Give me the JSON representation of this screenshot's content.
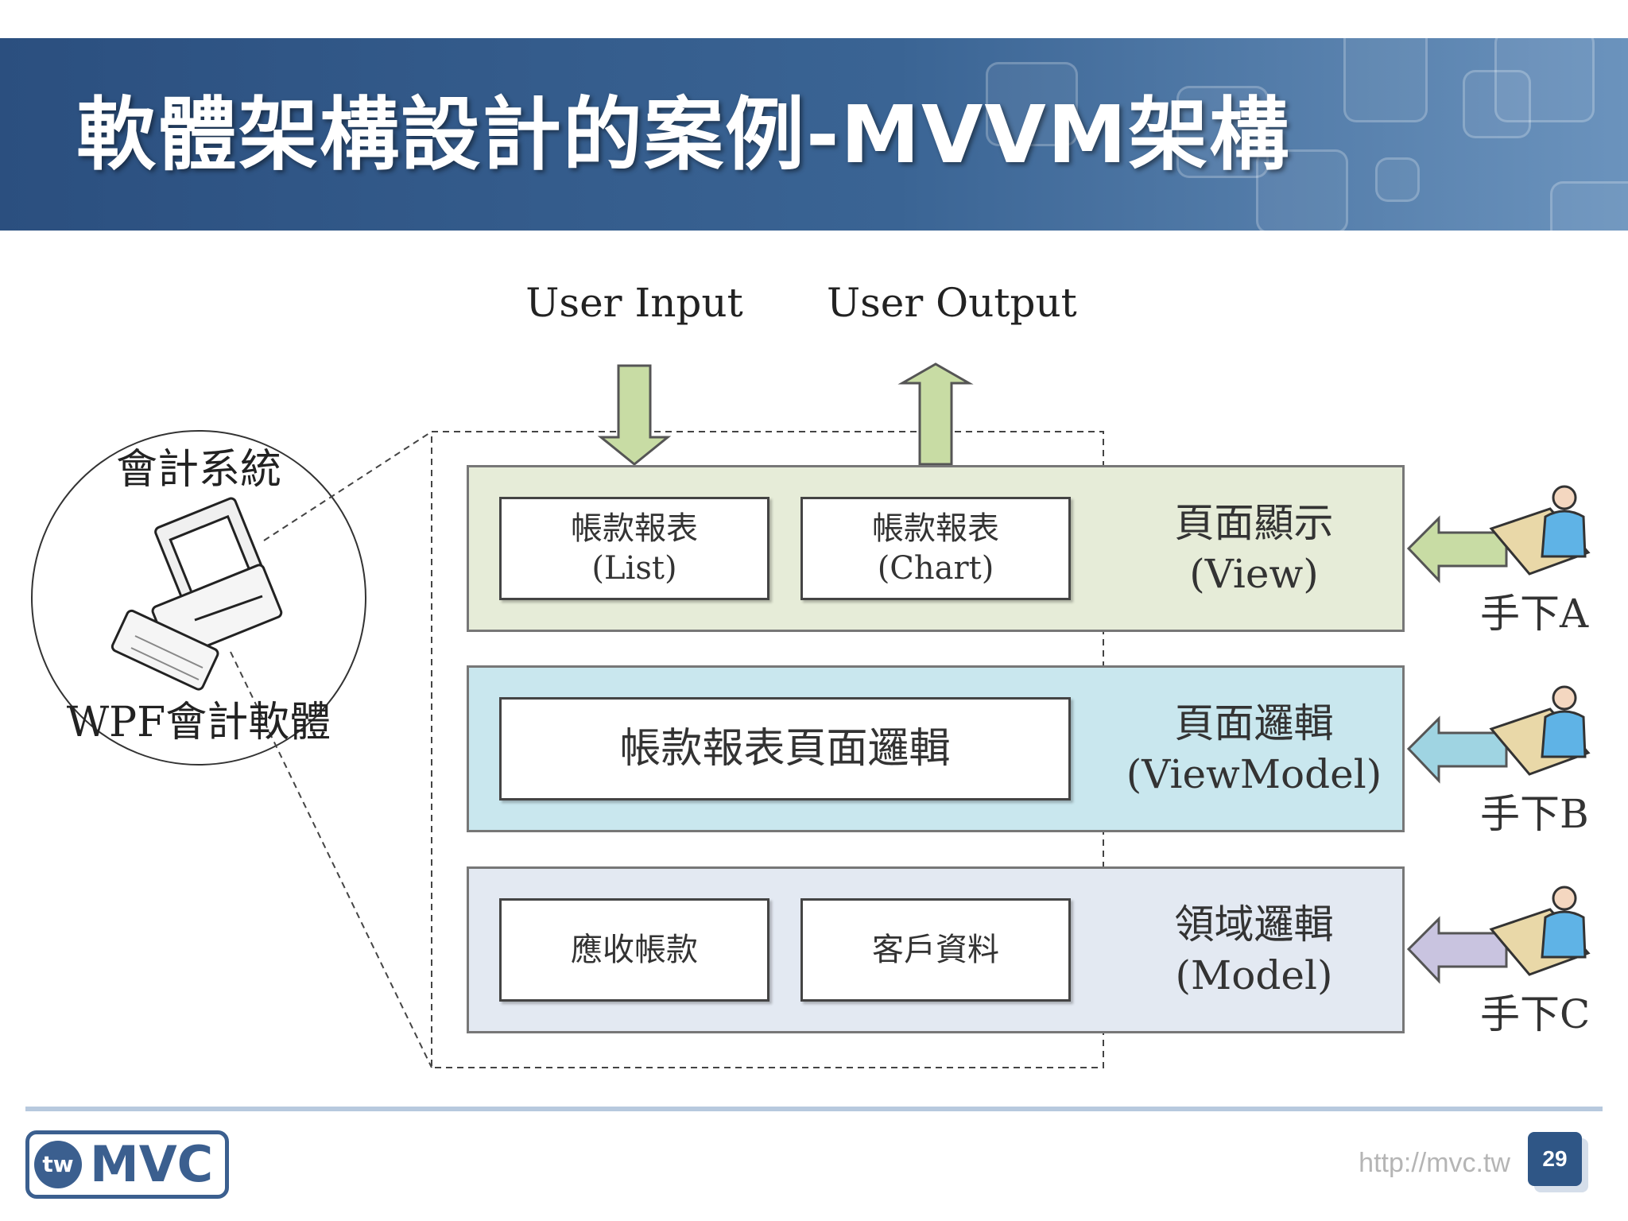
{
  "header": {
    "title": "軟體架構設計的案例-MVVM架構"
  },
  "system": {
    "title": "會計系統",
    "subtitle": "WPF會計軟體"
  },
  "io": {
    "input_label": "User Input",
    "output_label": "User Output"
  },
  "layers": {
    "view": {
      "title": "頁面顯示",
      "subtitle": "(View)",
      "box1": {
        "line1": "帳款報表",
        "line2": "(List)"
      },
      "box2": {
        "line1": "帳款報表",
        "line2": "(Chart)"
      }
    },
    "viewmodel": {
      "title": "頁面邏輯",
      "subtitle": "(ViewModel)",
      "box1": {
        "line1": "帳款報表頁面邏輯"
      }
    },
    "model": {
      "title": "領域邏輯",
      "subtitle": "(Model)",
      "box1": {
        "line1": "應收帳款"
      },
      "box2": {
        "line1": "客戶資料"
      }
    }
  },
  "people": {
    "a": "手下A",
    "b": "手下B",
    "c": "手下C"
  },
  "colors": {
    "view": "#e6ecd8",
    "viewmodel": "#c9e7ee",
    "model": "#e3e9f2",
    "arrow_green": "#c8dca4",
    "arrow_cyan": "#9fd4e2",
    "arrow_lavender": "#c9c4e0",
    "header": "#2b4f7f"
  },
  "footer": {
    "logo_badge": "tw",
    "logo_text": "MVC",
    "url": "http://mvc.tw",
    "page": "29"
  }
}
